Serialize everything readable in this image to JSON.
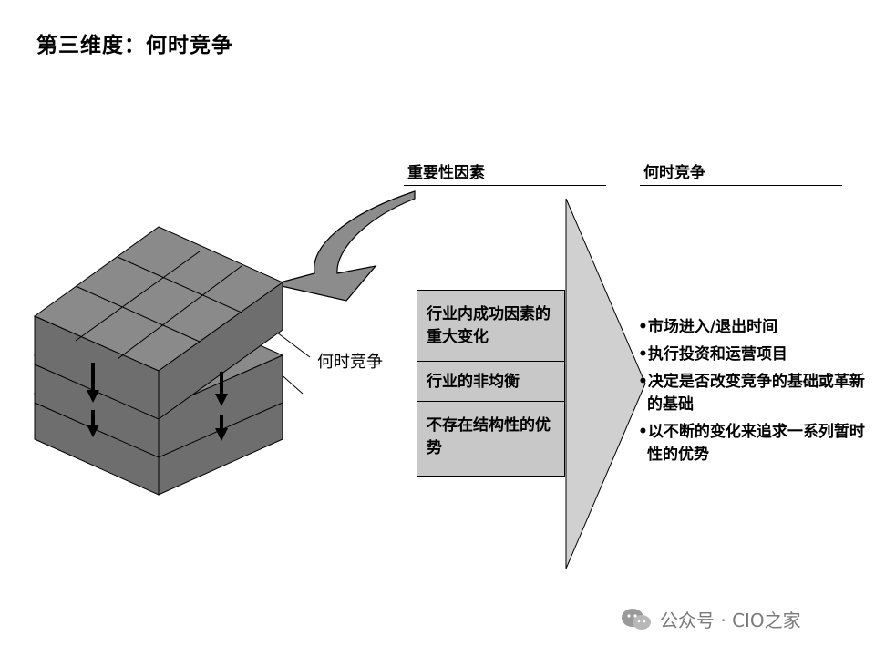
{
  "title": "第三维度：何时竞争",
  "columns": {
    "factors_heading": "重要性因素",
    "when_heading": "何时竞争"
  },
  "layer_label": "何时竞争",
  "factors": [
    "行业内成功因素的重大变化",
    "行业的非均衡",
    "不存在结构性的优势"
  ],
  "bullets": [
    "•市场进入/退出时间",
    "•执行投资和运营项目",
    "•决定是否改变竞争的基础或革新的基础",
    "•以不断的变化来追求一系列暂时性的优势"
  ],
  "footer": {
    "text": "公众号 · CIO之家",
    "icon": "wechat-icon"
  },
  "colors": {
    "slab_top": "#8a8a8a",
    "slab_side": "#6e6e6e",
    "arrow_fill": "#d0d0d0",
    "box_fill": "#c8c8c8",
    "curved_arrow": "#8c8c8c"
  }
}
